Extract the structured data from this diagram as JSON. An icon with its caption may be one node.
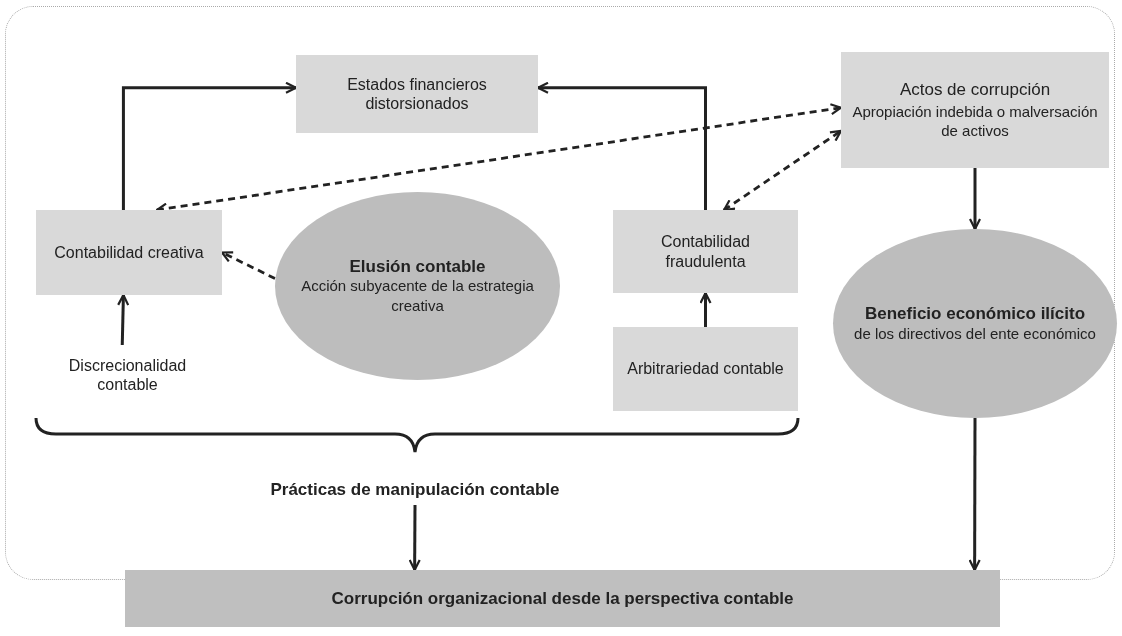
{
  "diagram": {
    "nodes": [
      {
        "text": [
          "Estados financieros distorsionados"
        ]
      },
      {
        "text": [
          "Actos de corrupción",
          "Apropiación indebida o malversación de activos"
        ]
      },
      {
        "text": [
          "Contabilidad creativa"
        ]
      },
      {
        "text": [
          "Elusión contable",
          "Acción subyacente de la estrategia creativa"
        ]
      },
      {
        "text": [
          "Contabilidad fraudulenta"
        ]
      },
      {
        "text": [
          "Beneficio económico ilícito",
          "de los directivos del ente económico"
        ]
      },
      {
        "text": [
          "Discrecionalidad contable"
        ]
      },
      {
        "text": [
          "Arbitrariedad contable"
        ]
      },
      {
        "text": [
          "Prácticas de manipulación contable"
        ]
      },
      {
        "text": [
          "Corrupción organizacional desde la perspectiva contable"
        ]
      }
    ],
    "edges": [
      {
        "from": 2,
        "to": 0,
        "arrow": "to"
      },
      {
        "from": 4,
        "to": 0,
        "arrow": "to"
      },
      {
        "from": 2,
        "to": 1,
        "arrow": "both",
        "style": "dashed"
      },
      {
        "from": 4,
        "to": 1,
        "arrow": "both",
        "style": "dashed"
      },
      {
        "from": 3,
        "to": 2,
        "arrow": "to",
        "style": "dashed"
      },
      {
        "from": 6,
        "to": 2,
        "arrow": "to"
      },
      {
        "from": 7,
        "to": 4,
        "arrow": "to"
      },
      {
        "from": 1,
        "to": 5,
        "arrow": "to"
      },
      {
        "from": 8,
        "to": 9,
        "arrow": "to"
      },
      {
        "from": 5,
        "to": 9,
        "arrow": "to"
      }
    ]
  }
}
